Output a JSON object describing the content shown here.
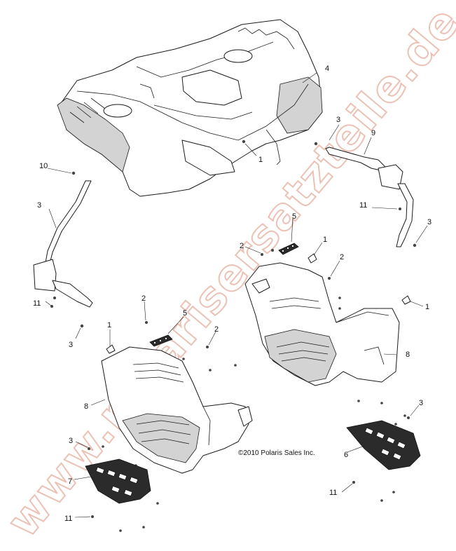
{
  "watermark": "www.polarisersatzteile.de",
  "copyright": "©2010 Polaris Sales Inc.",
  "callouts": [
    {
      "id": "c4",
      "text": "4"
    },
    {
      "id": "c3a",
      "text": "3"
    },
    {
      "id": "c9",
      "text": "9"
    },
    {
      "id": "c1a",
      "text": "1"
    },
    {
      "id": "c3b",
      "text": "3"
    },
    {
      "id": "c10",
      "text": "10"
    },
    {
      "id": "c11a",
      "text": "11"
    },
    {
      "id": "c3c",
      "text": "3"
    },
    {
      "id": "c5a",
      "text": "5"
    },
    {
      "id": "c2a",
      "text": "2"
    },
    {
      "id": "c1b",
      "text": "1"
    },
    {
      "id": "c2b",
      "text": "2"
    },
    {
      "id": "c11b",
      "text": "11"
    },
    {
      "id": "c3d",
      "text": "3"
    },
    {
      "id": "c1c",
      "text": "1"
    },
    {
      "id": "c2c",
      "text": "2"
    },
    {
      "id": "c5b",
      "text": "5"
    },
    {
      "id": "c1d",
      "text": "1"
    },
    {
      "id": "c2d",
      "text": "2"
    },
    {
      "id": "c8a",
      "text": "8"
    },
    {
      "id": "c8b",
      "text": "8"
    },
    {
      "id": "c3e",
      "text": "3"
    },
    {
      "id": "c6",
      "text": "6"
    },
    {
      "id": "c3f",
      "text": "3"
    },
    {
      "id": "c7",
      "text": "7"
    },
    {
      "id": "c11c",
      "text": "11"
    },
    {
      "id": "c11d",
      "text": "11"
    }
  ]
}
